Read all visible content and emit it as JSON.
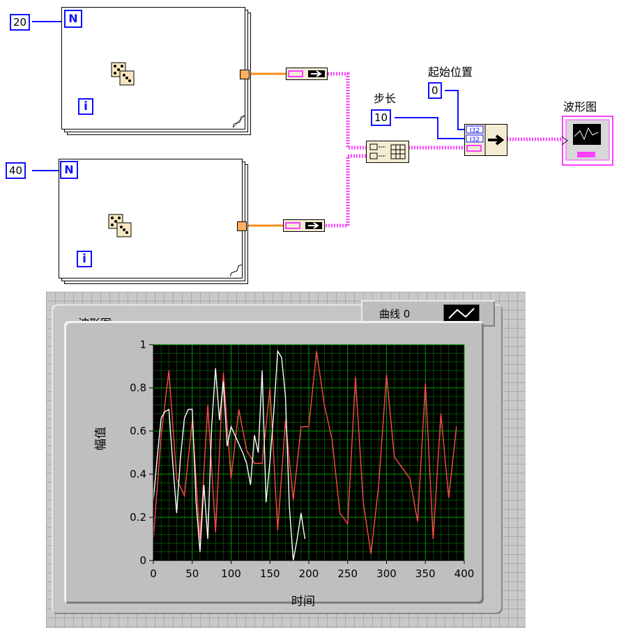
{
  "diagram": {
    "loop1": {
      "count": "20",
      "n_label": "N",
      "i_label": "i"
    },
    "loop2": {
      "count": "40",
      "n_label": "N",
      "i_label": "i"
    },
    "step": {
      "label": "步长",
      "value": "10"
    },
    "start": {
      "label": "起始位置",
      "value": "0"
    },
    "graph_terminal_label": "波形图",
    "build_waveform_text": {
      "i32_a": "I32",
      "i32_b": "I32"
    }
  },
  "graph": {
    "title": "波形图",
    "legend_label": "曲线 0",
    "colors": {
      "background": "#000000",
      "grid": "#00a000",
      "trace_red": "#ff4a4a",
      "trace_white": "#ffffff",
      "wire_pink": "#ff40ff",
      "wire_orange": "#ff8c1a",
      "constant_blue": "#1010ff"
    },
    "chart_data": {
      "type": "line",
      "xlabel": "时间",
      "ylabel": "幅值",
      "xlim": [
        0,
        400
      ],
      "ylim": [
        0,
        1
      ],
      "grid": true,
      "x_ticks": [
        "0",
        "50",
        "100",
        "150",
        "200",
        "250",
        "300",
        "350",
        "400"
      ],
      "y_ticks": [
        "0",
        "0.2",
        "0.4",
        "0.6",
        "0.8",
        "1"
      ],
      "legend_position": "top-right",
      "series": [
        {
          "name": "",
          "color": "#ff4a4a",
          "x": [
            0,
            10,
            20,
            30,
            40,
            50,
            60,
            70,
            80,
            90,
            100,
            110,
            120,
            130,
            140,
            150,
            160,
            170,
            180,
            190,
            200,
            210,
            220,
            230,
            240,
            250,
            260,
            270,
            280,
            290,
            300,
            310,
            320,
            330,
            340,
            350,
            360,
            370,
            380,
            390
          ],
          "y": [
            0.1,
            0.58,
            0.88,
            0.38,
            0.3,
            0.65,
            0.1,
            0.72,
            0.13,
            0.87,
            0.38,
            0.7,
            0.51,
            0.45,
            0.45,
            0.8,
            0.14,
            0.65,
            0.28,
            0.62,
            0.62,
            0.97,
            0.72,
            0.56,
            0.22,
            0.17,
            0.85,
            0.27,
            0.03,
            0.35,
            0.86,
            0.48,
            0.43,
            0.38,
            0.18,
            0.82,
            0.1,
            0.68,
            0.29,
            0.62
          ]
        },
        {
          "name": "",
          "color": "#ffffff",
          "x": [
            0,
            5,
            10,
            15,
            20,
            25,
            30,
            35,
            40,
            45,
            50,
            55,
            60,
            65,
            70,
            75,
            80,
            85,
            90,
            95,
            100,
            105,
            110,
            115,
            120,
            125,
            130,
            135,
            140,
            145,
            150,
            155,
            160,
            165,
            170,
            175,
            180,
            185,
            190,
            195
          ],
          "y": [
            0.28,
            0.48,
            0.66,
            0.69,
            0.7,
            0.45,
            0.22,
            0.48,
            0.66,
            0.7,
            0.7,
            0.27,
            0.04,
            0.35,
            0.1,
            0.62,
            0.89,
            0.65,
            0.83,
            0.53,
            0.62,
            0.58,
            0.54,
            0.5,
            0.45,
            0.35,
            0.58,
            0.5,
            0.88,
            0.27,
            0.46,
            0.69,
            0.97,
            0.94,
            0.76,
            0.25,
            0.0,
            0.1,
            0.22,
            0.1
          ]
        }
      ]
    }
  }
}
